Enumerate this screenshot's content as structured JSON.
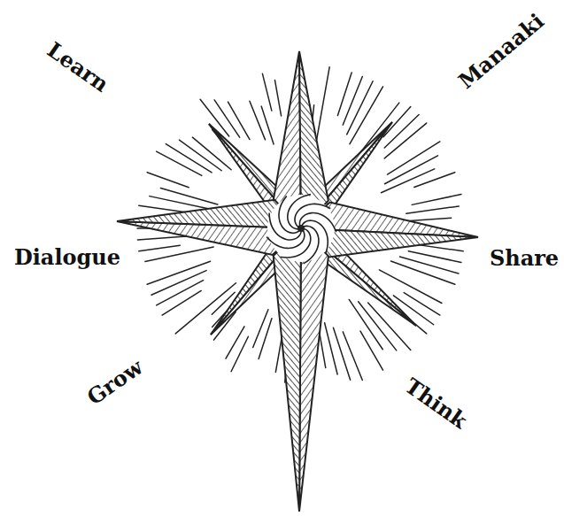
{
  "diagram": {
    "labels": [
      "Learn",
      "Manaaki",
      "Dialogue",
      "Share",
      "Grow",
      "Think"
    ]
  }
}
